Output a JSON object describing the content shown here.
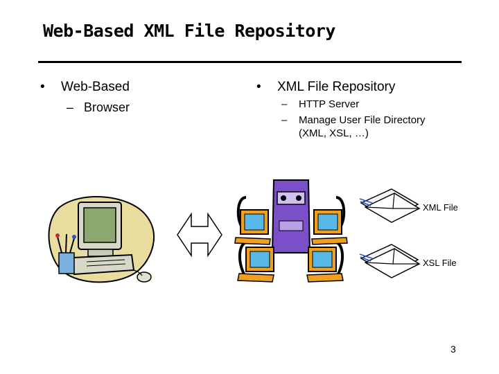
{
  "slide": {
    "title": "Web-Based XML File Repository",
    "page_number": "3"
  },
  "left": {
    "bullet": "Web-Based",
    "sub_items": [
      "Browser"
    ]
  },
  "right": {
    "bullet": "XML File Repository",
    "sub_items": [
      "HTTP Server",
      "Manage User File Directory",
      "(XML, XSL, …)"
    ]
  },
  "illustration": {
    "computer_icon": "desktop-computer-icon",
    "arrow_icon": "double-arrow-icon",
    "server_icon": "server-network-icon",
    "file_icon": "envelope-stack-icon",
    "files": [
      {
        "label": "XML File"
      },
      {
        "label": "XSL File"
      }
    ],
    "colors": {
      "server": "#7a4fc9",
      "monitor": "#f0a020",
      "screen": "#58b8e8",
      "blob": "#e8dc9e"
    }
  }
}
